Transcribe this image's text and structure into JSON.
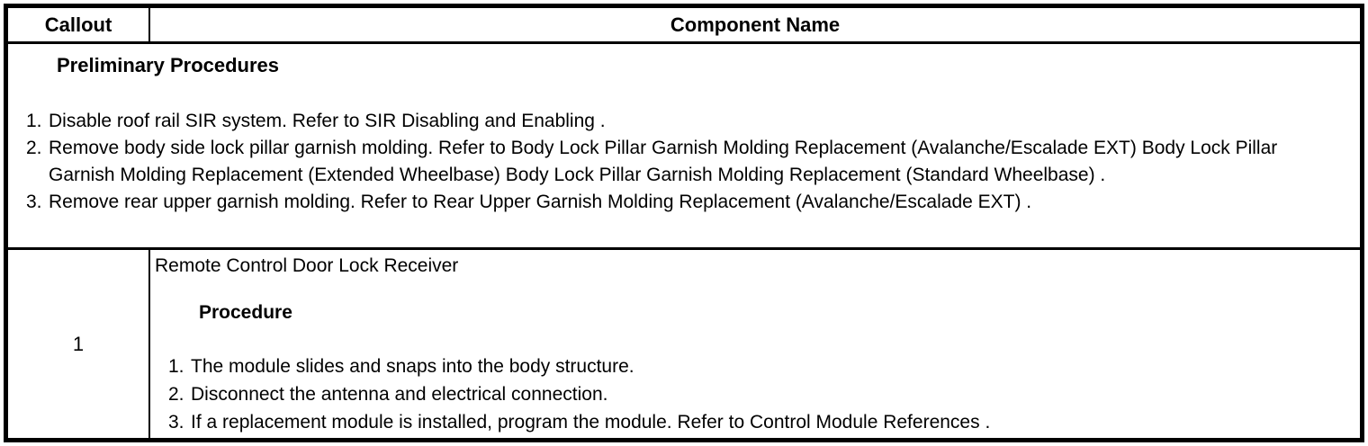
{
  "colors": {
    "border": "#000000",
    "background": "#ffffff",
    "text": "#000000"
  },
  "table": {
    "header": {
      "callout": "Callout",
      "component_name": "Component Name"
    },
    "preliminary": {
      "title": "Preliminary Procedures",
      "steps": [
        {
          "num": "1.",
          "text": "Disable roof rail SIR system. Refer to SIR Disabling and Enabling ."
        },
        {
          "num": "2.",
          "text": "Remove body side lock pillar garnish molding. Refer to Body Lock Pillar Garnish Molding Replacement (Avalanche/Escalade EXT) Body Lock Pillar Garnish Molding Replacement (Extended Wheelbase) Body Lock Pillar Garnish Molding Replacement (Standard Wheelbase) ."
        },
        {
          "num": "3.",
          "text": "Remove rear upper garnish molding. Refer to Rear Upper Garnish Molding Replacement (Avalanche/Escalade EXT) ."
        }
      ]
    },
    "rows": [
      {
        "callout": "1",
        "component_name": "Remote Control Door Lock Receiver",
        "procedure_title": "Procedure",
        "steps": [
          {
            "num": "1.",
            "text": "The module slides and snaps into the body structure."
          },
          {
            "num": "2.",
            "text": "Disconnect the antenna and electrical connection."
          },
          {
            "num": "3.",
            "text": "If a replacement module is installed, program the module. Refer to Control Module References ."
          }
        ]
      }
    ]
  }
}
